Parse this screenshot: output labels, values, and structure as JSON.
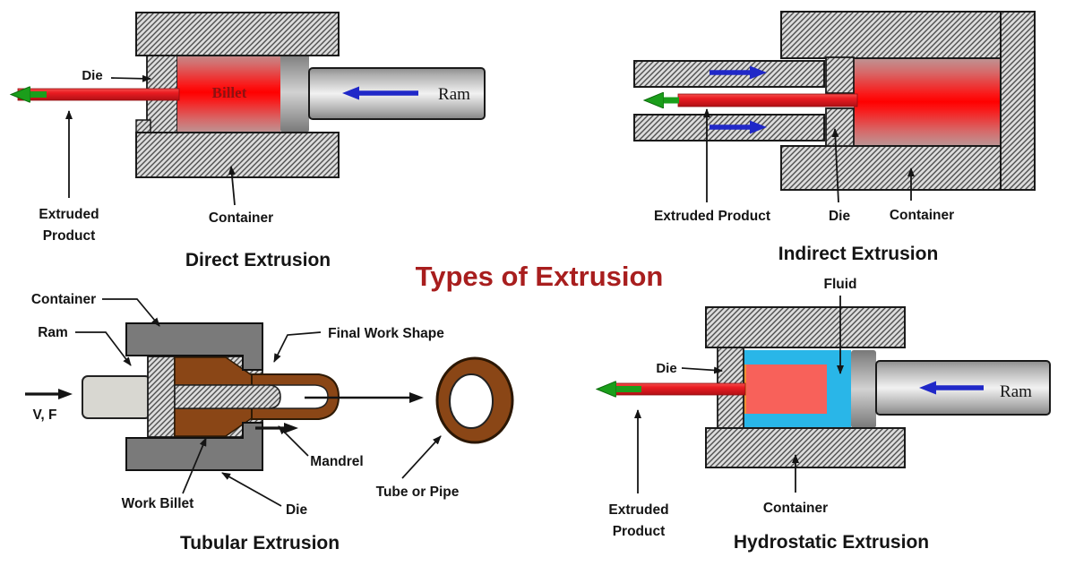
{
  "page_title": "Types of Extrusion",
  "colors": {
    "title_red": "#a81e1e",
    "hatch_fill": "#dcdcdc",
    "hatch_line": "#4f4f4f",
    "billet_red": "#ff0000",
    "rod_red": "#e21b21",
    "arrow_blue": "#2028c8",
    "arrow_green": "#1b9e1b",
    "fluid_cyan": "#29b6e8",
    "hydro_billet_salmon": "#f8615a",
    "work_brown": "#8a4616",
    "container_gray": "#7a7a7a",
    "ram_gray": "#d8d7d1"
  },
  "diagrams": {
    "direct": {
      "title": "Direct Extrusion",
      "labels": {
        "die": "Die",
        "billet": "Billet",
        "ram": "Ram",
        "extruded_line1": "Extruded",
        "extruded_line2": "Product",
        "container": "Container"
      }
    },
    "indirect": {
      "title": "Indirect Extrusion",
      "labels": {
        "extruded_product": "Extruded Product",
        "die": "Die",
        "container": "Container"
      }
    },
    "tubular": {
      "title": "Tubular Extrusion",
      "labels": {
        "container": "Container",
        "ram": "Ram",
        "vf": "V, F",
        "final_work_shape": "Final Work Shape",
        "work_billet": "Work Billet",
        "die": "Die",
        "mandrel": "Mandrel",
        "tube_or_pipe": "Tube or Pipe"
      }
    },
    "hydrostatic": {
      "title": "Hydrostatic Extrusion",
      "labels": {
        "fluid": "Fluid",
        "die": "Die",
        "ram": "Ram",
        "extruded_line1": "Extruded",
        "extruded_line2": "Product",
        "container": "Container"
      }
    }
  }
}
